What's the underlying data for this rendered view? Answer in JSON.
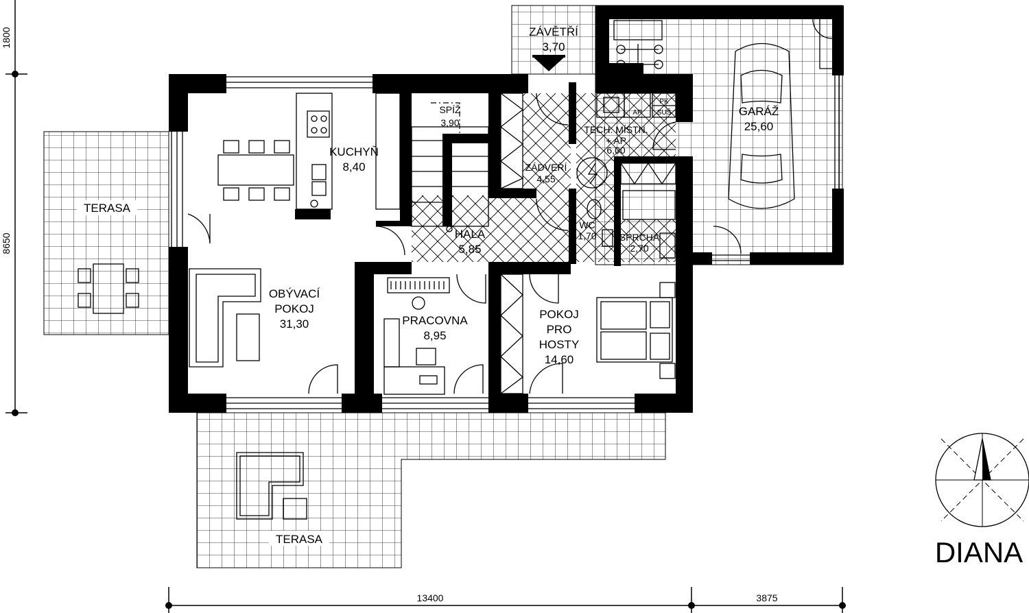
{
  "project_name": "DIANA",
  "rooms": {
    "zavetri": {
      "name": "ZÁVĚTŘÍ",
      "area": "3,70"
    },
    "garaz": {
      "name": "GARÁŽ",
      "area": "25,60"
    },
    "kuchyn": {
      "name": "KUCHYŇ",
      "area": "8,40"
    },
    "spiz": {
      "name": "SPÍŽ",
      "area": "3,90"
    },
    "tech": {
      "name": "TECH. MÍSTN.",
      "name2": "+ AP",
      "area": "6,00"
    },
    "zadveri": {
      "name": "ZÁDVEŘÍ",
      "area": "4,55"
    },
    "hala": {
      "name": "HALA",
      "area": "5,85"
    },
    "wc": {
      "name": "WC",
      "area": "1,70"
    },
    "sprcha": {
      "name": "SPRCHA",
      "area": "2,70"
    },
    "obyvaci": {
      "name": "OBÝVACÍ",
      "name2": "POKOJ",
      "area": "31,30"
    },
    "pracovna": {
      "name": "PRACOVNA",
      "area": "8,95"
    },
    "hoste": {
      "name": "POKOJ",
      "name2": "PRO",
      "name3": "HOSTY",
      "area": "14,60"
    },
    "terasa_left": {
      "name": "TERASA"
    },
    "terasa_bottom": {
      "name": "TERASA"
    }
  },
  "appliance_labels": {
    "ap": "AP",
    "pk": "PK",
    "sus": "SUŠ"
  },
  "dimensions": {
    "vertical": [
      "1800",
      "8650"
    ],
    "horizontal": [
      "13400",
      "3875"
    ]
  }
}
